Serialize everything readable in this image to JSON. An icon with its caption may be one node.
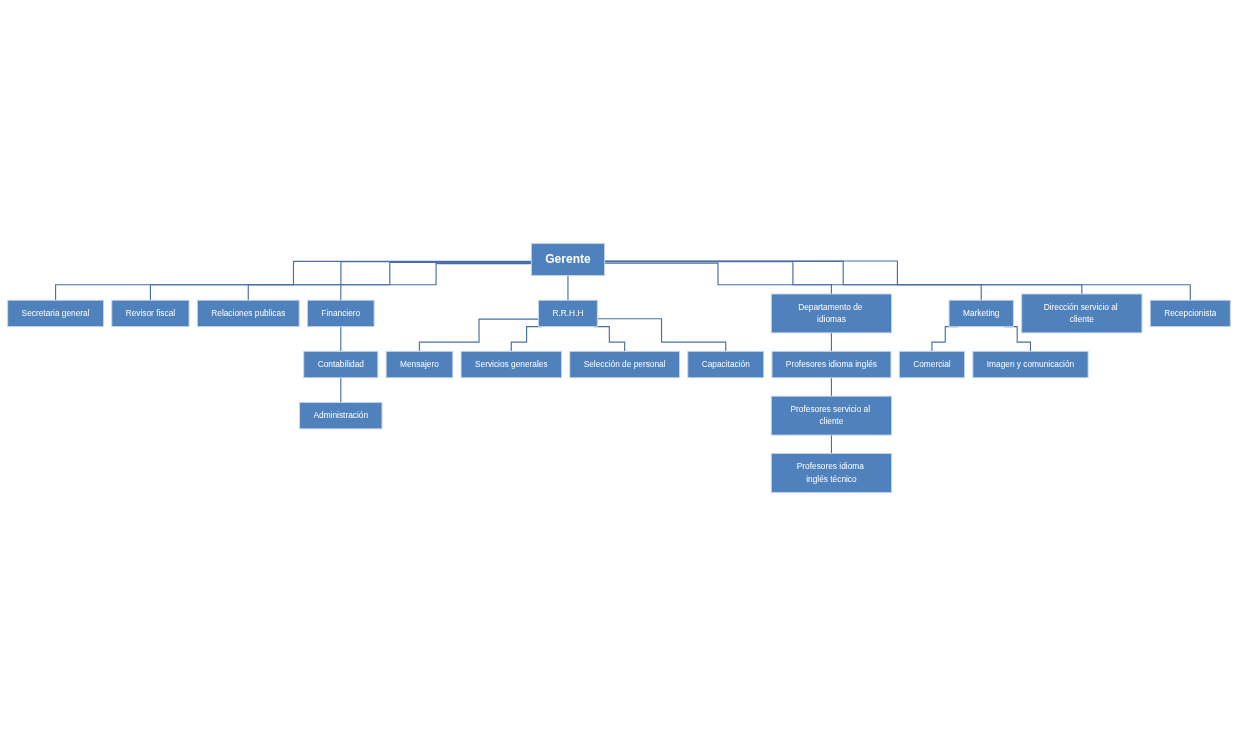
{
  "diagram": {
    "nodes": [
      {
        "text": [
          "Gerente"
        ]
      },
      {
        "text": [
          "Secretaria general"
        ]
      },
      {
        "text": [
          "Revisor fiscal"
        ]
      },
      {
        "text": [
          "Relaciones publicas"
        ]
      },
      {
        "text": [
          "Financiero"
        ]
      },
      {
        "text": [
          "R.R.H.H"
        ]
      },
      {
        "text": [
          "Departamento de idiomas"
        ]
      },
      {
        "text": [
          "Marketing"
        ]
      },
      {
        "text": [
          "Dirección servicio al cliente"
        ]
      },
      {
        "text": [
          "Recepcionista"
        ]
      },
      {
        "text": [
          "Contabilidad"
        ]
      },
      {
        "text": [
          "Administración"
        ]
      },
      {
        "text": [
          "Mensajero"
        ]
      },
      {
        "text": [
          "Servicios generales"
        ]
      },
      {
        "text": [
          "Selección de personal"
        ]
      },
      {
        "text": [
          "Capacitación"
        ]
      },
      {
        "text": [
          "Profesores idioma inglés"
        ]
      },
      {
        "text": [
          "Profesores servicio al cliente"
        ]
      },
      {
        "text": [
          "Profesores idioma inglés técnico"
        ]
      },
      {
        "text": [
          "Comercial"
        ]
      },
      {
        "text": [
          "Imagen y comunicación"
        ]
      }
    ],
    "edges": [
      {
        "from": 0,
        "to": 1,
        "arrow": "none"
      },
      {
        "from": 0,
        "to": 2,
        "arrow": "none"
      },
      {
        "from": 0,
        "to": 3,
        "arrow": "none"
      },
      {
        "from": 0,
        "to": 4,
        "arrow": "none"
      },
      {
        "from": 0,
        "to": 5,
        "arrow": "none"
      },
      {
        "from": 0,
        "to": 6,
        "arrow": "none"
      },
      {
        "from": 0,
        "to": 7,
        "arrow": "none"
      },
      {
        "from": 0,
        "to": 8,
        "arrow": "none"
      },
      {
        "from": 0,
        "to": 9,
        "arrow": "none"
      },
      {
        "from": 4,
        "to": 10,
        "arrow": "none"
      },
      {
        "from": 10,
        "to": 11,
        "arrow": "none"
      },
      {
        "from": 5,
        "to": 12,
        "arrow": "none"
      },
      {
        "from": 5,
        "to": 13,
        "arrow": "none"
      },
      {
        "from": 5,
        "to": 14,
        "arrow": "none"
      },
      {
        "from": 5,
        "to": 15,
        "arrow": "none"
      },
      {
        "from": 6,
        "to": 16,
        "arrow": "none"
      },
      {
        "from": 16,
        "to": 17,
        "arrow": "none"
      },
      {
        "from": 17,
        "to": 18,
        "arrow": "none"
      },
      {
        "from": 7,
        "to": 19,
        "arrow": "none"
      },
      {
        "from": 7,
        "to": 20,
        "arrow": "none"
      }
    ]
  }
}
